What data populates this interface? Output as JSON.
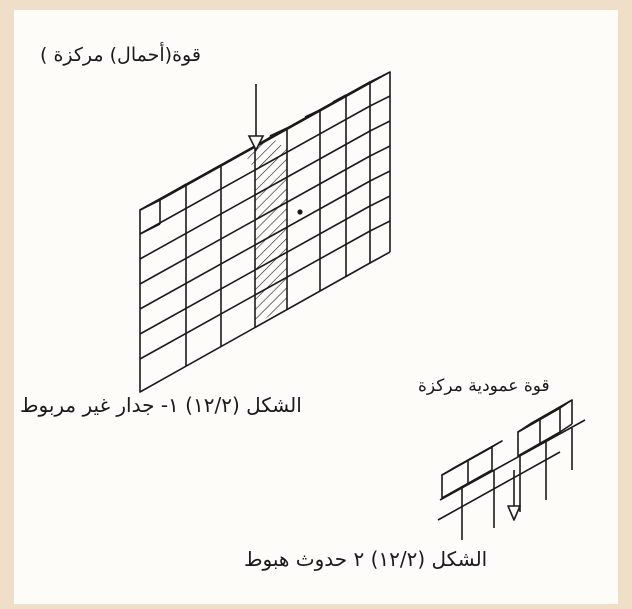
{
  "figure1": {
    "force_label": "قوة(أحمال) مركزة )",
    "caption": "الشكل (١٢/٢) ١- جدار غير مربوط"
  },
  "figure2": {
    "force_label": "قوة عمودية مركزة",
    "caption": "الشكل (١٢/٢) ٢ حدوث هبوط"
  },
  "colors": {
    "page_border": "#efdfc8",
    "paper": "#fdfcf8",
    "ink": "#1a1a1a"
  }
}
